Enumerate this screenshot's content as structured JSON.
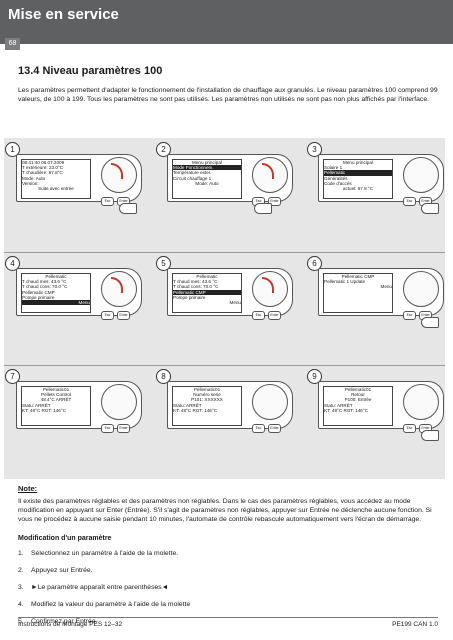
{
  "header": {
    "title": "Mise en service",
    "page_number": "68"
  },
  "section_title": "13.4 Niveau paramètres 100",
  "intro": "Les paramètres permettent d'adapter le fonctionnement de l'installation de chauffage aux granulés. Le niveau paramètres 100 comprend 99 valeurs, de 100 à 199. Tous les paramètres ne sont pas utilisés. Les paramètres non utilisés ne sont pas non plus affichés par l'interface.",
  "buttons": {
    "esc": "Esc",
    "enter": "Enter"
  },
  "panels": [
    {
      "num": "1",
      "lines": [
        {
          "t": "08:41:40      06.07.2009",
          "c": ""
        },
        {
          "t": "T extérieure:         23.0°C",
          "c": ""
        },
        {
          "t": "T chaudière:         67.8°C",
          "c": ""
        },
        {
          "t": "Mode:                      Auto",
          "c": ""
        },
        {
          "t": "Version:",
          "c": ""
        },
        {
          "t": "Suite avec entrée",
          "c": "ctr"
        }
      ]
    },
    {
      "num": "2",
      "lines": [
        {
          "t": "Menu principal",
          "c": "ctr"
        },
        {
          "t": "Mode Fonctionnem.",
          "c": "inv"
        },
        {
          "t": "Température exter.",
          "c": ""
        },
        {
          "t": "Circuit chauffage 1",
          "c": ""
        },
        {
          "t": "Mode: Auto",
          "c": "ctr"
        }
      ]
    },
    {
      "num": "3",
      "lines": [
        {
          "t": "Menu principal",
          "c": "ctr"
        },
        {
          "t": "Solaire 1",
          "c": ""
        },
        {
          "t": "Pellematic",
          "c": "inv"
        },
        {
          "t": "Généralités",
          "c": ""
        },
        {
          "t": "Code d'accès",
          "c": ""
        },
        {
          "t": "actuel: 67.8 °C",
          "c": "ctr"
        }
      ]
    },
    {
      "num": "4",
      "lines": [
        {
          "t": "Pellematic",
          "c": "ctr"
        },
        {
          "t": "T chaud mes:     43.6 °C",
          "c": ""
        },
        {
          "t": "T chaud cons:    70.0 °C",
          "c": ""
        },
        {
          "t": "Pellematic CMP",
          "c": ""
        },
        {
          "t": "Pompe primaire",
          "c": ""
        },
        {
          "t": "Menu",
          "c": "rt inv"
        }
      ]
    },
    {
      "num": "5",
      "lines": [
        {
          "t": "Pellematic",
          "c": "ctr"
        },
        {
          "t": "T chaud mes:     43.6 °C",
          "c": ""
        },
        {
          "t": "T chaud cons:    70.0 °C",
          "c": ""
        },
        {
          "t": "Pellematic CMP",
          "c": "inv"
        },
        {
          "t": "Pompe primaire",
          "c": ""
        },
        {
          "t": "Menu",
          "c": "rt"
        }
      ]
    },
    {
      "num": "6",
      "lines": [
        {
          "t": "Pellematic CMP",
          "c": "ctr"
        },
        {
          "t": "Pellematic 1     Update",
          "c": ""
        },
        {
          "t": " ",
          "c": ""
        },
        {
          "t": " ",
          "c": ""
        },
        {
          "t": " ",
          "c": ""
        },
        {
          "t": "Menu",
          "c": "rt"
        }
      ]
    },
    {
      "num": "7",
      "lines": [
        {
          "t": "Pellematic01",
          "c": "ctr"
        },
        {
          "t": "Pellets Control",
          "c": "ctr"
        },
        {
          "t": "48.4°C  ARRÊT",
          "c": "ctr"
        },
        {
          "t": "Statu: ARRÊT",
          "c": ""
        },
        {
          "t": "KT: 48°C    RGT: 146°C",
          "c": ""
        }
      ]
    },
    {
      "num": "8",
      "lines": [
        {
          "t": "Pellematic01",
          "c": "ctr"
        },
        {
          "t": "Numéro serie",
          "c": "ctr"
        },
        {
          "t": "P101: XXXXXX",
          "c": "ctr"
        },
        {
          "t": "Statu: ARRÊT",
          "c": ""
        },
        {
          "t": "KT: 48°C    RGT: 146°C",
          "c": ""
        }
      ]
    },
    {
      "num": "9",
      "lines": [
        {
          "t": "Pellematic01",
          "c": "ctr"
        },
        {
          "t": "Retour",
          "c": "ctr"
        },
        {
          "t": "P100: Entrée",
          "c": "ctr"
        },
        {
          "t": "Statu: ARRÊT",
          "c": ""
        },
        {
          "t": "KT: 48°C    RGT: 146°C",
          "c": ""
        }
      ]
    }
  ],
  "note_label": "Note:",
  "note": "Il existe des paramètres réglables et des paramètres non réglables. Dans le cas des paramètres réglables, vous accédez au mode modification en appuyant sur Enter (Entrée). S'il s'agit de paramètres non réglables, appuyer sur Entrée ne déclenche aucune fonction. Si vous ne procédez à aucune saisie pendant 10 minutes, l'automate de contrôle rebascule automatiquement vers l'écran de démarrage.",
  "modification_title": "Modification d'un paramètre",
  "steps": [
    {
      "n": "1.",
      "t": "Sélectionnez un paramètre à l'aide de la molette."
    },
    {
      "n": "2.",
      "t": "Appuyez sur Entrée."
    },
    {
      "n": "3.",
      "t": "►Le paramètre apparaît entre parenthèses◄"
    },
    {
      "n": "4.",
      "t": "Modifiez la valeur du paramètre à l'aide de la molette"
    },
    {
      "n": "5.",
      "t": "Confirmez par Entrée."
    }
  ],
  "footer": {
    "left": "Instructions de Montage PES 12–32",
    "right": "PE199 CAN 1.0"
  }
}
